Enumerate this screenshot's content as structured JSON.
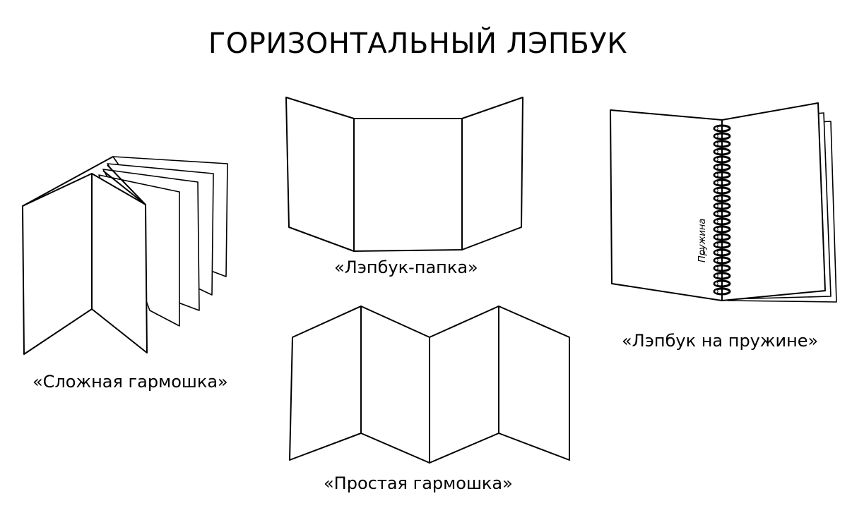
{
  "title": "ГОРИЗОНТАЛЬНЫЙ ЛЭПБУК",
  "captions": {
    "complex_accordion": "«Сложная гармошка»",
    "folder": "«Лэпбук-папка»",
    "spring": "«Лэпбук на пружине»",
    "simple_accordion": "«Простая гармошка»"
  },
  "spring_label": "Пружина",
  "colors": {
    "ink": "#000000",
    "paper": "#ffffff"
  }
}
